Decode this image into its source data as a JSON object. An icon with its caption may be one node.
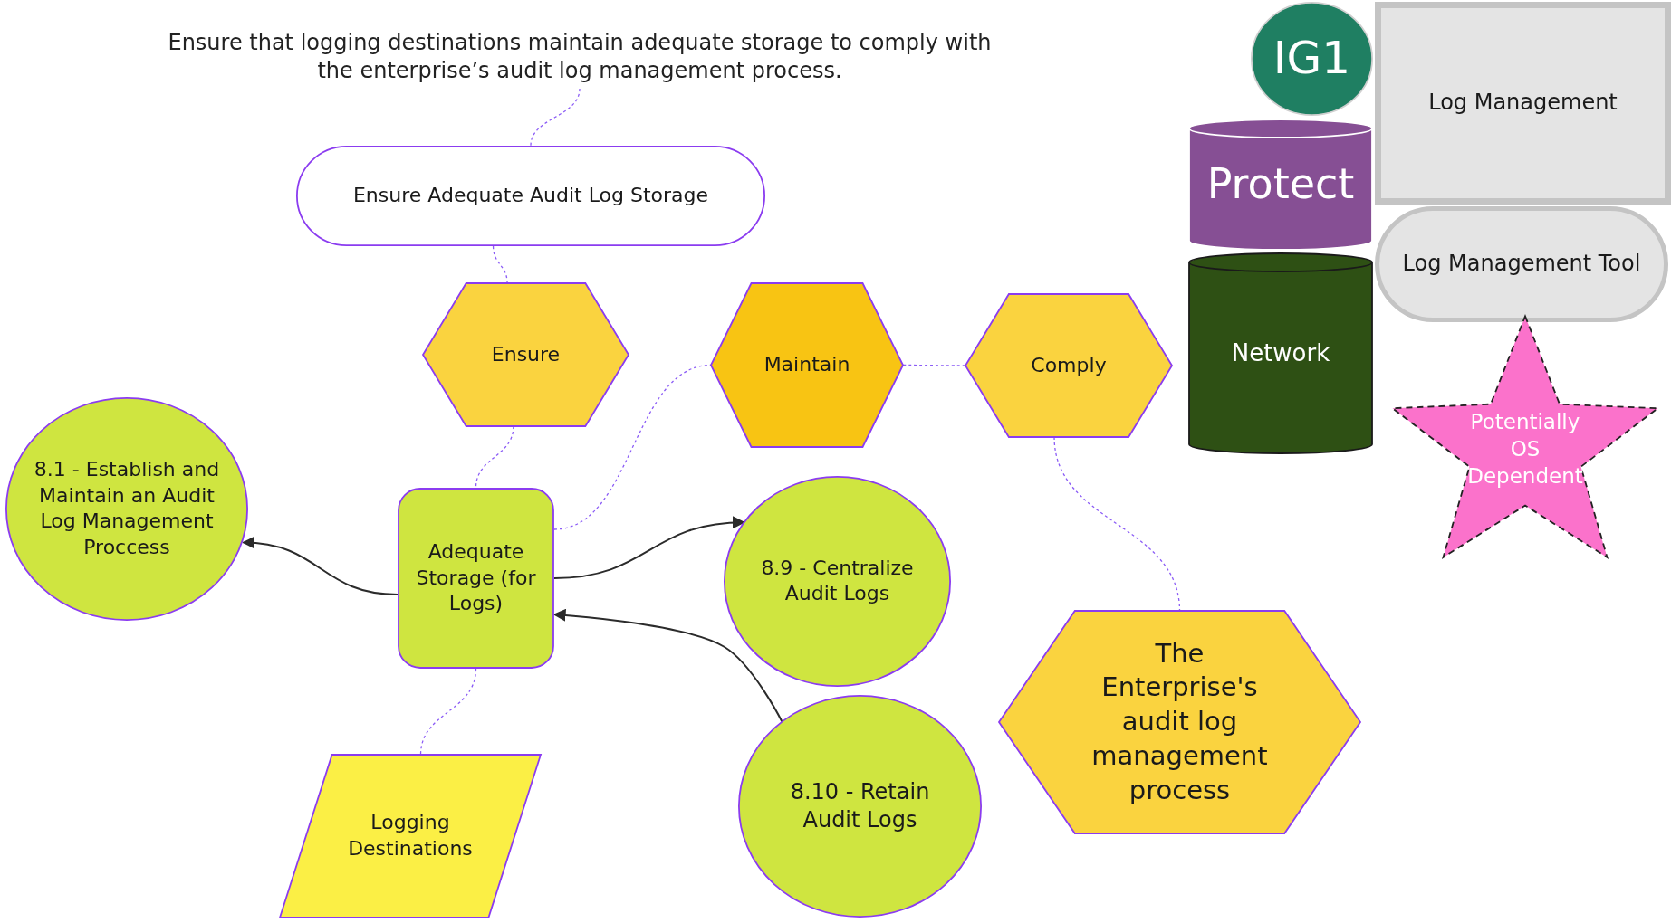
{
  "diagram": {
    "nodes": [
      {
        "text": [
          "Ensure that logging destinations maintain adequate storage to comply with the enterprise’s audit log management process."
        ]
      },
      {
        "text": [
          "Ensure Adequate Audit Log Storage"
        ]
      },
      {
        "text": [
          "IG1"
        ]
      },
      {
        "text": [
          "Log Management"
        ]
      },
      {
        "text": [
          "Protect"
        ]
      },
      {
        "text": [
          "Log Management Tool"
        ]
      },
      {
        "text": [
          "Ensure"
        ]
      },
      {
        "text": [
          "Maintain"
        ]
      },
      {
        "text": [
          "Comply"
        ]
      },
      {
        "text": [
          "Network"
        ]
      },
      {
        "text": [
          "Potentially OS Dependent"
        ]
      },
      {
        "text": [
          "8.1 - Establish and Maintain an Audit Log Management Proccess"
        ]
      },
      {
        "text": [
          "Adequate Storage (for Logs)"
        ]
      },
      {
        "text": [
          "8.9 - Centralize Audit Logs"
        ]
      },
      {
        "text": [
          "The Enterprise's audit log management process"
        ]
      },
      {
        "text": [
          "8.10 - Retain Audit Logs"
        ]
      },
      {
        "text": [
          "Logging Destinations"
        ]
      }
    ],
    "edges": [
      {
        "from": 0,
        "to": 1,
        "arrow": "none",
        "style": "dashed",
        "color": "#8b5cf6"
      },
      {
        "from": 1,
        "to": 6,
        "arrow": "none",
        "style": "dashed",
        "color": "#8b5cf6"
      },
      {
        "from": 6,
        "to": 12,
        "arrow": "none",
        "style": "dashed",
        "color": "#8b5cf6"
      },
      {
        "from": 12,
        "to": 7,
        "arrow": "none",
        "style": "dashed",
        "color": "#8b5cf6"
      },
      {
        "from": 7,
        "to": 8,
        "arrow": "none",
        "style": "dashed",
        "color": "#8b5cf6"
      },
      {
        "from": 8,
        "to": 14,
        "arrow": "none",
        "style": "dashed",
        "color": "#8b5cf6"
      },
      {
        "from": 12,
        "to": 16,
        "arrow": "none",
        "style": "dashed",
        "color": "#8b5cf6"
      },
      {
        "from": 12,
        "to": 11,
        "arrow": "to",
        "color": "#2b2b2b"
      },
      {
        "from": 12,
        "to": 13,
        "arrow": "to",
        "color": "#2b2b2b"
      },
      {
        "from": 15,
        "to": 12,
        "arrow": "to",
        "color": "#2b2b2b"
      }
    ]
  }
}
